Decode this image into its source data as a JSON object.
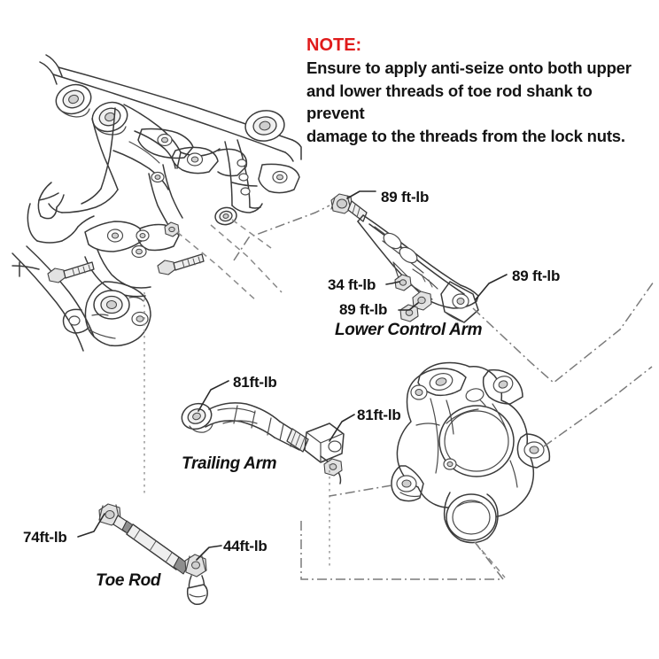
{
  "document": {
    "type": "automotive-service-diagram",
    "subject": "Rear suspension torque specification diagram",
    "background_color": "#ffffff",
    "line_color": "#333333"
  },
  "note": {
    "title": "NOTE:",
    "title_color": "#e01b1b",
    "body_lines": [
      "Ensure to apply anti-seize onto both upper",
      "and lower threads of toe rod shank to prevent",
      "damage to the threads from the lock nuts."
    ]
  },
  "torque_labels": [
    {
      "id": "lca-top",
      "text": "89 ft-lb"
    },
    {
      "id": "lca-right",
      "text": "89 ft-lb"
    },
    {
      "id": "lca-34",
      "text": "34 ft-lb"
    },
    {
      "id": "lca-89b",
      "text": "89 ft-lb"
    },
    {
      "id": "ta-left",
      "text": "81ft-lb"
    },
    {
      "id": "ta-right",
      "text": "81ft-lb"
    },
    {
      "id": "toe-left",
      "text": "74ft-lb"
    },
    {
      "id": "toe-right",
      "text": "44ft-lb"
    }
  ],
  "part_labels": [
    {
      "id": "lower-control-arm",
      "text": "Lower Control Arm"
    },
    {
      "id": "trailing-arm",
      "text": "Trailing Arm"
    },
    {
      "id": "toe-rod",
      "text": "Toe Rod"
    }
  ],
  "components": [
    {
      "id": "rear-subframe",
      "name": "Rear subframe assembly"
    },
    {
      "id": "lower-control-arm",
      "name": "Lower control arm"
    },
    {
      "id": "trailing-arm",
      "name": "Trailing arm"
    },
    {
      "id": "toe-rod",
      "name": "Toe rod"
    },
    {
      "id": "steering-knuckle",
      "name": "Rear steering knuckle"
    },
    {
      "id": "hardware-bolts",
      "name": "Mounting bolts and washers"
    }
  ]
}
